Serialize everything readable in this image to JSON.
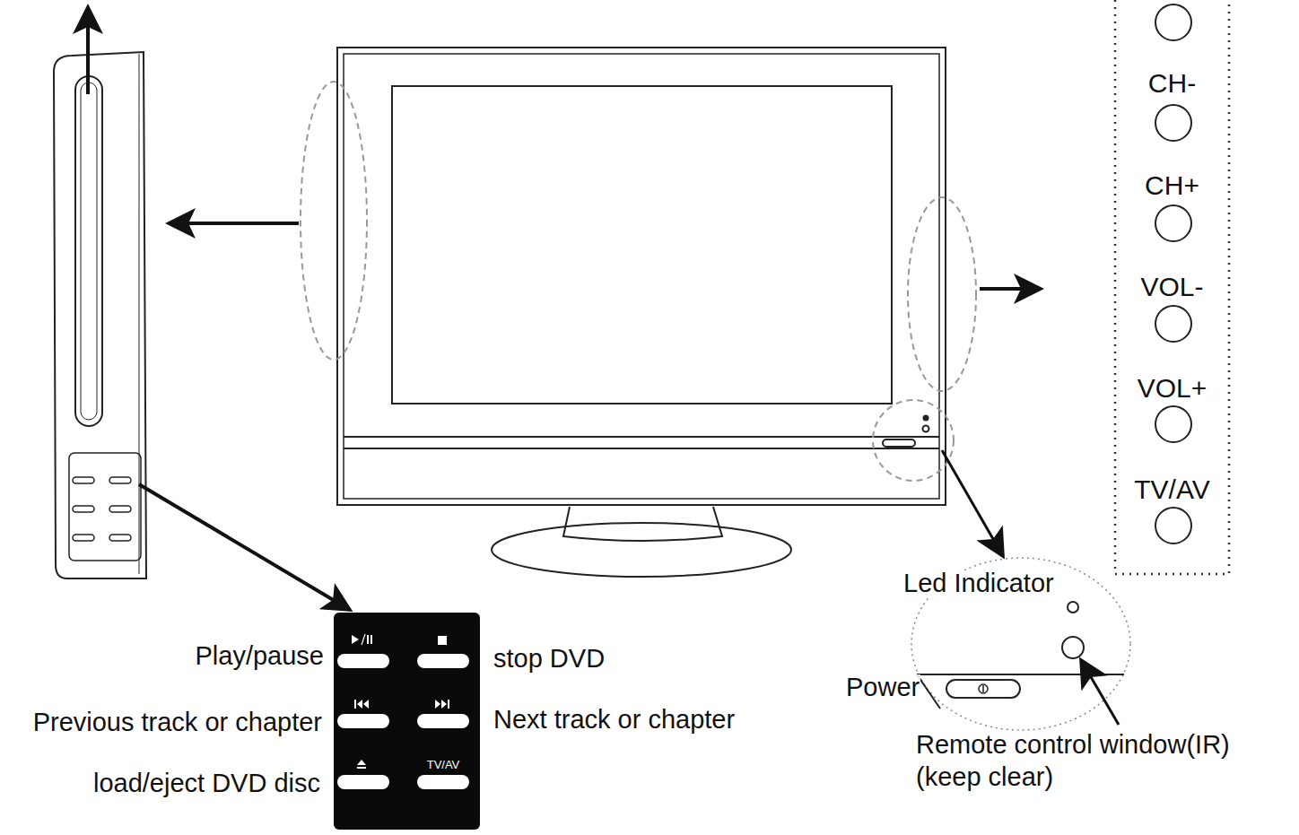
{
  "diagram": {
    "nodes": [
      {
        "text": [
          "CH-",
          "CH+",
          "VOL-",
          "VOL+",
          "TV/AV"
        ]
      },
      {
        "text": [
          "TV/AV"
        ]
      }
    ],
    "labels": [
      "Play/pause",
      "Previous track or chapter",
      "load/eject DVD disc",
      "stop DVD",
      "Next track or chapter",
      "Led Indicator",
      "Power",
      "Remote control window(IR)",
      "(keep clear)"
    ]
  }
}
